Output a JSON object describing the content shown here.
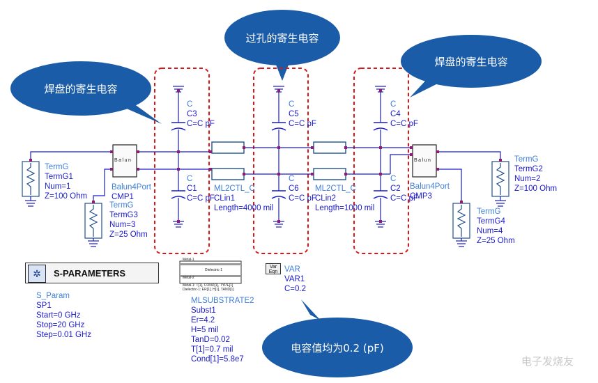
{
  "callouts": {
    "top_center": "过孔的寄生电容",
    "top_right": "焊盘的寄生电容",
    "left": "焊盘的寄生电容",
    "bottom": "电容值均为0.2 (pF)"
  },
  "components": {
    "termg1": {
      "type": "TermG",
      "name": "TermG1",
      "num": "Num=1",
      "z": "Z=100 Ohm"
    },
    "termg3": {
      "type": "TermG",
      "name": "TermG3",
      "num": "Num=3",
      "z": "Z=25 Ohm"
    },
    "termg2": {
      "type": "TermG",
      "name": "TermG2",
      "num": "Num=2",
      "z": "Z=100 Ohm"
    },
    "termg4": {
      "type": "TermG",
      "name": "TermG4",
      "num": "Num=4",
      "z": "Z=25 Ohm"
    },
    "cmp1": {
      "type": "Balun4Port",
      "name": "CMP1"
    },
    "cmp3": {
      "type": "Balun4Port",
      "name": "CMP3"
    },
    "balun_glyph": "Balun",
    "c3": {
      "type": "C",
      "name": "C3",
      "value": "C=C pF"
    },
    "c1": {
      "type": "C",
      "name": "C1",
      "value": "C=C pF"
    },
    "c5": {
      "type": "C",
      "name": "C5",
      "value": "C=C pF"
    },
    "c6": {
      "type": "C",
      "name": "C6",
      "value": "C=C pF"
    },
    "c4": {
      "type": "C",
      "name": "C4",
      "value": "C=C pF"
    },
    "c2": {
      "type": "C",
      "name": "C2",
      "value": "C=C pF"
    },
    "clin1": {
      "type": "ML2CTL_C",
      "name": "CLin1",
      "length": "Length=4000 mil"
    },
    "clin2": {
      "type": "ML2CTL_C",
      "name": "CLin2",
      "length": "Length=1000 mil"
    }
  },
  "sparam": {
    "header": "S-PARAMETERS",
    "type": "S_Param",
    "name": "SP1",
    "start": "Start=0 GHz",
    "stop": "Stop=20 GHz",
    "step": "Step=0.01 GHz"
  },
  "substrate": {
    "metal1": "Metal-1",
    "dielectric": "Dielectric-1",
    "metal2": "Metal-2",
    "note1": "Metal-1: T[1], COND[1], TYPE[1]",
    "note2": "Dielectric-1: ER[1], H[1], TAND[1]",
    "type": "MLSUBSTRATE2",
    "name": "Subst1",
    "er": "Er=4.2",
    "h": "H=5 mil",
    "tand": "TanD=0.02",
    "t": "T[1]=0.7 mil",
    "cond": "Cond[1]=5.8e7"
  },
  "var": {
    "icon_top": "Var",
    "icon_bottom": "Eqn",
    "type": "VAR",
    "name": "VAR1",
    "value": "C=0.2"
  },
  "watermark": "电子发烧友",
  "colors": {
    "wire": "#1a1acc",
    "component": "#1f4f8f",
    "pin": "#8c1e6e",
    "dash_box": "#d81818",
    "bubble": "#1a5ca8",
    "label": "#1a1acc"
  }
}
